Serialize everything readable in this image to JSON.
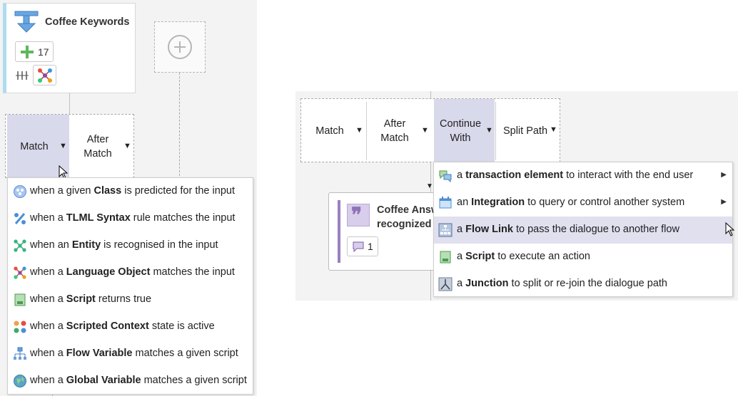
{
  "left_panel": {
    "flow_card": {
      "title": "Coffee Keywords",
      "count": "17",
      "icon": "flow-trigger-icon"
    },
    "tabs": [
      {
        "label": "Match",
        "active": true
      },
      {
        "label": "After Match",
        "active": false
      }
    ],
    "add_icon": "add-circle-icon",
    "menu": [
      {
        "prefix": "when a given ",
        "bold": "Class",
        "suffix": " is predicted for the input",
        "icon": "class-icon"
      },
      {
        "prefix": "when a ",
        "bold": "TLML Syntax",
        "suffix": " rule matches the input",
        "icon": "percent-icon"
      },
      {
        "prefix": "when an ",
        "bold": "Entity",
        "suffix": " is recognised in the input",
        "icon": "entity-icon"
      },
      {
        "prefix": "when a ",
        "bold": "Language Object",
        "suffix": " matches the input",
        "icon": "language-object-icon"
      },
      {
        "prefix": "when a ",
        "bold": "Script",
        "suffix": " returns true",
        "icon": "script-icon"
      },
      {
        "prefix": "when a ",
        "bold": "Scripted Context",
        "suffix": " state is active",
        "icon": "scripted-context-icon"
      },
      {
        "prefix": "when a ",
        "bold": "Flow Variable",
        "suffix": " matches a given script",
        "icon": "flow-variable-icon"
      },
      {
        "prefix": "when a ",
        "bold": "Global Variable",
        "suffix": " matches a given script",
        "icon": "global-variable-icon"
      }
    ]
  },
  "right_panel": {
    "tabs": [
      {
        "label": "Match",
        "active": false
      },
      {
        "label": "After Match",
        "active": false
      },
      {
        "label": "Continue With",
        "active": true
      },
      {
        "label": "Split Path",
        "active": false
      }
    ],
    "answer_card": {
      "title_line1": "Coffee Answ",
      "title_line2": "recognized",
      "count": "1"
    },
    "menu": [
      {
        "prefix": "a ",
        "bold": "transaction element",
        "suffix": " to interact with the end user",
        "icon": "transaction-icon",
        "submenu": true
      },
      {
        "prefix": "an ",
        "bold": "Integration",
        "suffix": " to query or control another system",
        "icon": "integration-icon",
        "submenu": true
      },
      {
        "prefix": "a ",
        "bold": "Flow Link",
        "suffix": " to pass the dialogue to another flow",
        "icon": "flow-link-icon",
        "submenu": false,
        "highlighted": true
      },
      {
        "prefix": "a ",
        "bold": "Script",
        "suffix": " to execute an action",
        "icon": "script-icon",
        "submenu": false
      },
      {
        "prefix": "a ",
        "bold": "Junction",
        "suffix": " to split or re-join the dialogue path",
        "icon": "junction-icon",
        "submenu": false
      }
    ]
  },
  "colors": {
    "active_tab": "#d9d9ec",
    "highlight": "#e0e0ef",
    "card_accent": "#aedcef",
    "answer_accent": "#9b7fc2"
  }
}
